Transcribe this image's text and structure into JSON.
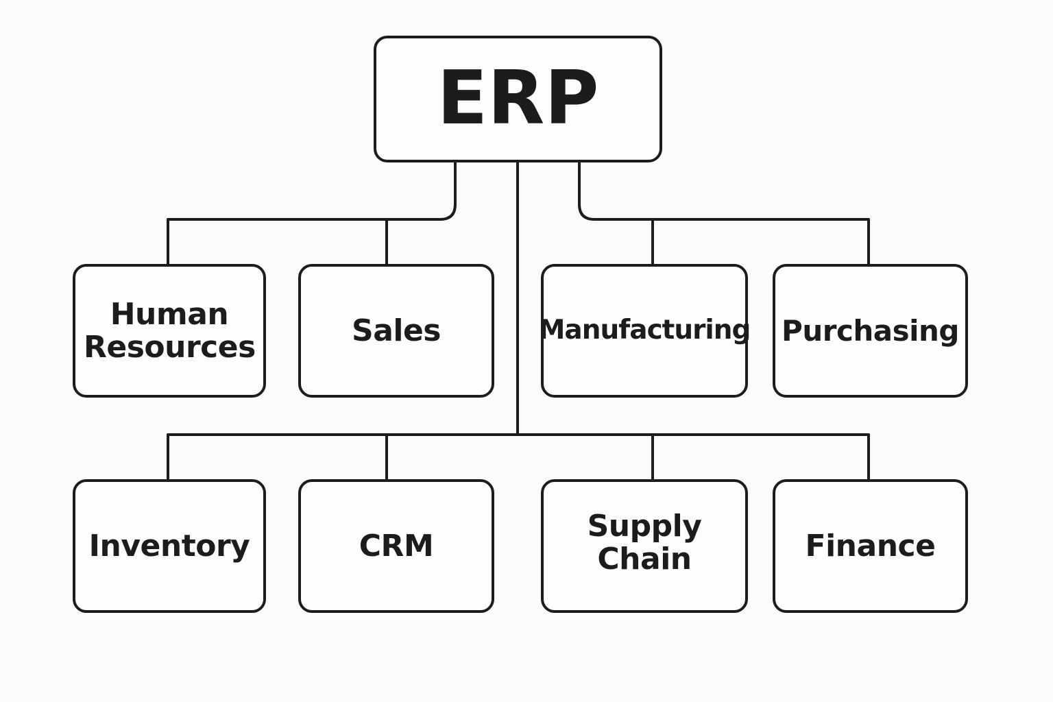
{
  "diagram": {
    "type": "hierarchy",
    "root": {
      "id": "erp",
      "label": "ERP"
    },
    "children": [
      {
        "id": "human-resources",
        "label": "Human Resources",
        "row": 1
      },
      {
        "id": "sales",
        "label": "Sales",
        "row": 1
      },
      {
        "id": "manufacturing",
        "label": "Manufacturing",
        "row": 1
      },
      {
        "id": "purchasing",
        "label": "Purchasing",
        "row": 1
      },
      {
        "id": "inventory",
        "label": "Inventory",
        "row": 2
      },
      {
        "id": "crm",
        "label": "CRM",
        "row": 2
      },
      {
        "id": "supply-chain",
        "label": "Supply Chain",
        "row": 2
      },
      {
        "id": "finance",
        "label": "Finance",
        "row": 2
      }
    ],
    "edges": [
      [
        "erp",
        "human-resources"
      ],
      [
        "erp",
        "sales"
      ],
      [
        "erp",
        "manufacturing"
      ],
      [
        "erp",
        "purchasing"
      ],
      [
        "erp",
        "inventory"
      ],
      [
        "erp",
        "crm"
      ],
      [
        "erp",
        "supply-chain"
      ],
      [
        "erp",
        "finance"
      ]
    ],
    "colors": {
      "stroke": "#1c1c1c",
      "background": "#fbfbfa",
      "text": "#1c1c1c"
    }
  }
}
